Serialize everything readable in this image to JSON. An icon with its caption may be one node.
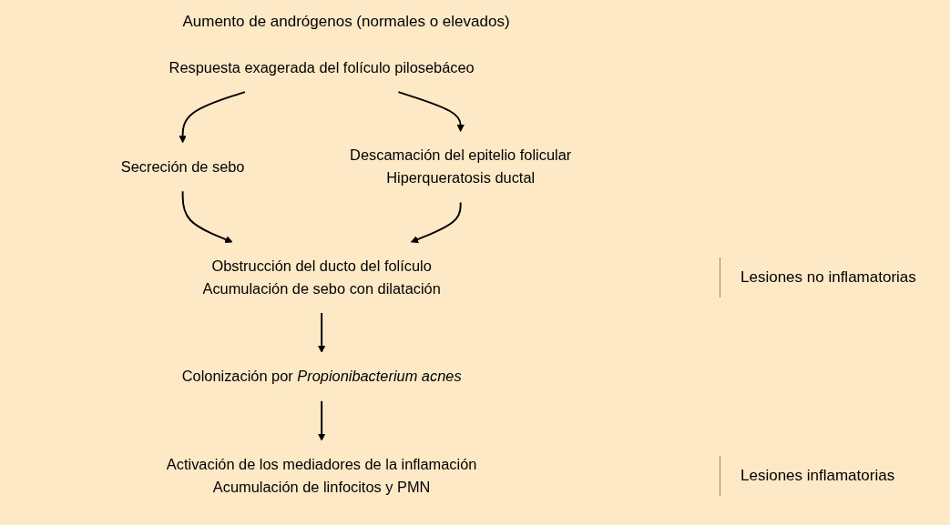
{
  "diagram": {
    "nodes": [
      {
        "text": [
          "Respuesta exagerada del folículo pilosebáceo"
        ]
      },
      {
        "text": [
          "Secreción de sebo"
        ]
      },
      {
        "text": [
          "Descamación del epitelio folicular",
          "Hiperqueratosis ductal"
        ]
      },
      {
        "text": [
          "Obstrucción del ducto del folículo",
          "Acumulación de sebo con dilatación"
        ]
      },
      {
        "text": [
          "Colonización por *Propionibacterium acnes*"
        ]
      },
      {
        "text": [
          "Activación de los mediadores de la inflamación",
          "Acumulación de linfocitos y PMN"
        ]
      }
    ],
    "edges": [
      {
        "from": 0,
        "to": 1,
        "arrow": "to"
      },
      {
        "from": 0,
        "to": 2,
        "arrow": "to"
      },
      {
        "from": 1,
        "to": 3,
        "arrow": "to"
      },
      {
        "from": 2,
        "to": 3,
        "arrow": "to"
      },
      {
        "from": 3,
        "to": 4,
        "arrow": "to"
      },
      {
        "from": 4,
        "to": 5,
        "arrow": "to"
      }
    ],
    "labels": [
      "Aumento de andrógenos (normales o elevados)",
      "Lesiones no inflamatorias",
      "Lesiones inflamatorias"
    ]
  }
}
